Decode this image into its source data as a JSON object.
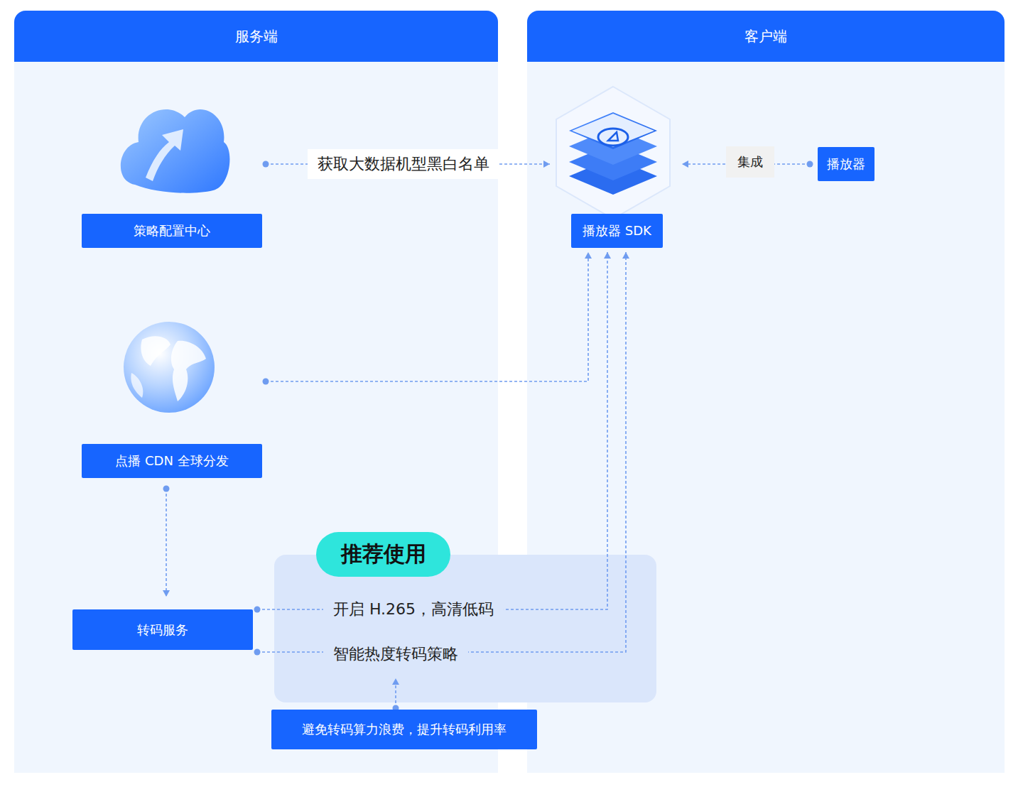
{
  "diagram": {
    "nodes": [
      {
        "text": [
          "服务端"
        ]
      },
      {
        "text": [
          "客户端"
        ]
      },
      {
        "text": [
          "策略配置中心"
        ],
        "in": 0
      },
      {
        "text": [
          "点播 CDN 全球分发"
        ],
        "in": 0
      },
      {
        "text": [
          "转码服务"
        ],
        "in": 0
      },
      {
        "text": [
          "推荐使用"
        ]
      },
      {
        "text": [
          "避免转码算力浪费，提升转码利用率"
        ]
      },
      {
        "text": [
          "播放器 SDK"
        ],
        "in": 1
      },
      {
        "text": [
          "播放器"
        ],
        "in": 1
      }
    ],
    "edges": [
      {
        "from": 2,
        "to": 7,
        "arrow": "to",
        "label": "获取大数据机型黑白名单"
      },
      {
        "from": 8,
        "to": 7,
        "arrow": "to",
        "label": "集成"
      },
      {
        "from": 3,
        "to": 7,
        "arrow": "to"
      },
      {
        "from": 3,
        "to": 4,
        "arrow": "to"
      },
      {
        "from": 4,
        "to": 7,
        "arrow": "to",
        "label": "开启 H.265，高清低码"
      },
      {
        "from": 4,
        "to": 7,
        "arrow": "to",
        "label": "智能热度转码策略"
      },
      {
        "from": 6,
        "to": 5,
        "arrow": "to"
      }
    ]
  }
}
